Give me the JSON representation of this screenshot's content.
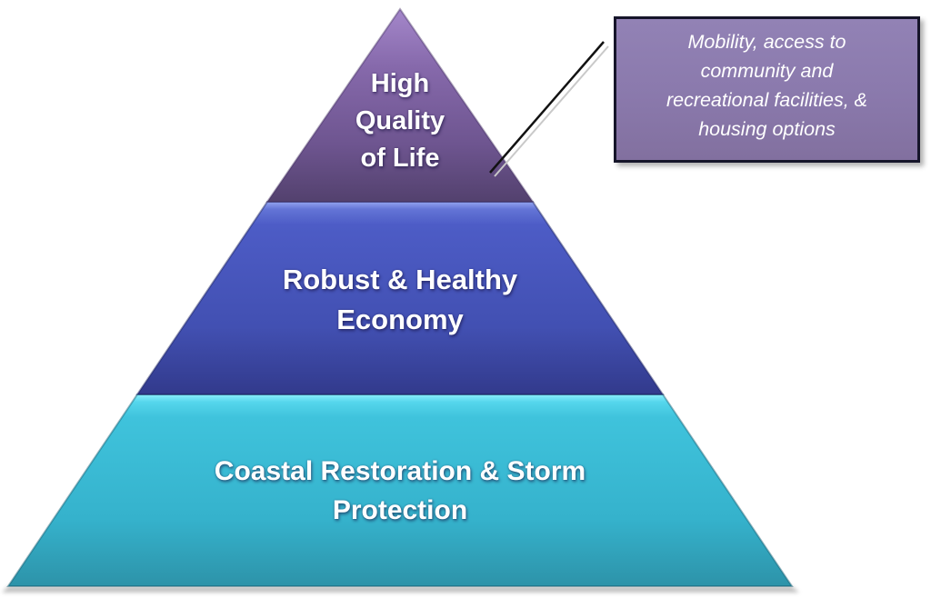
{
  "pyramid": {
    "levels": [
      {
        "id": "high-quality-of-life",
        "label": "High Quality of Life",
        "lines": [
          "High",
          "Quality",
          "of Life"
        ],
        "color": "#7e61a6"
      },
      {
        "id": "robust-healthy-economy",
        "label": "Robust & Healthy Economy",
        "lines": [
          "Robust & Healthy",
          "Economy"
        ],
        "color": "#4756bd"
      },
      {
        "id": "coastal-restoration-storm-protection",
        "label": "Coastal Restoration & Storm Protection",
        "lines": [
          "Coastal Restoration & Storm",
          "Protection"
        ],
        "color": "#38b6d2"
      }
    ],
    "text_color": "#ffffff"
  },
  "callout": {
    "text": "Mobility, access to community and recreational facilities, & housing options",
    "lines": [
      "Mobility, access to",
      "community and",
      "recreational facilities, &",
      "housing options"
    ],
    "background": "#8a79ac",
    "border_color": "#16152a",
    "text_color": "#ffffff"
  }
}
